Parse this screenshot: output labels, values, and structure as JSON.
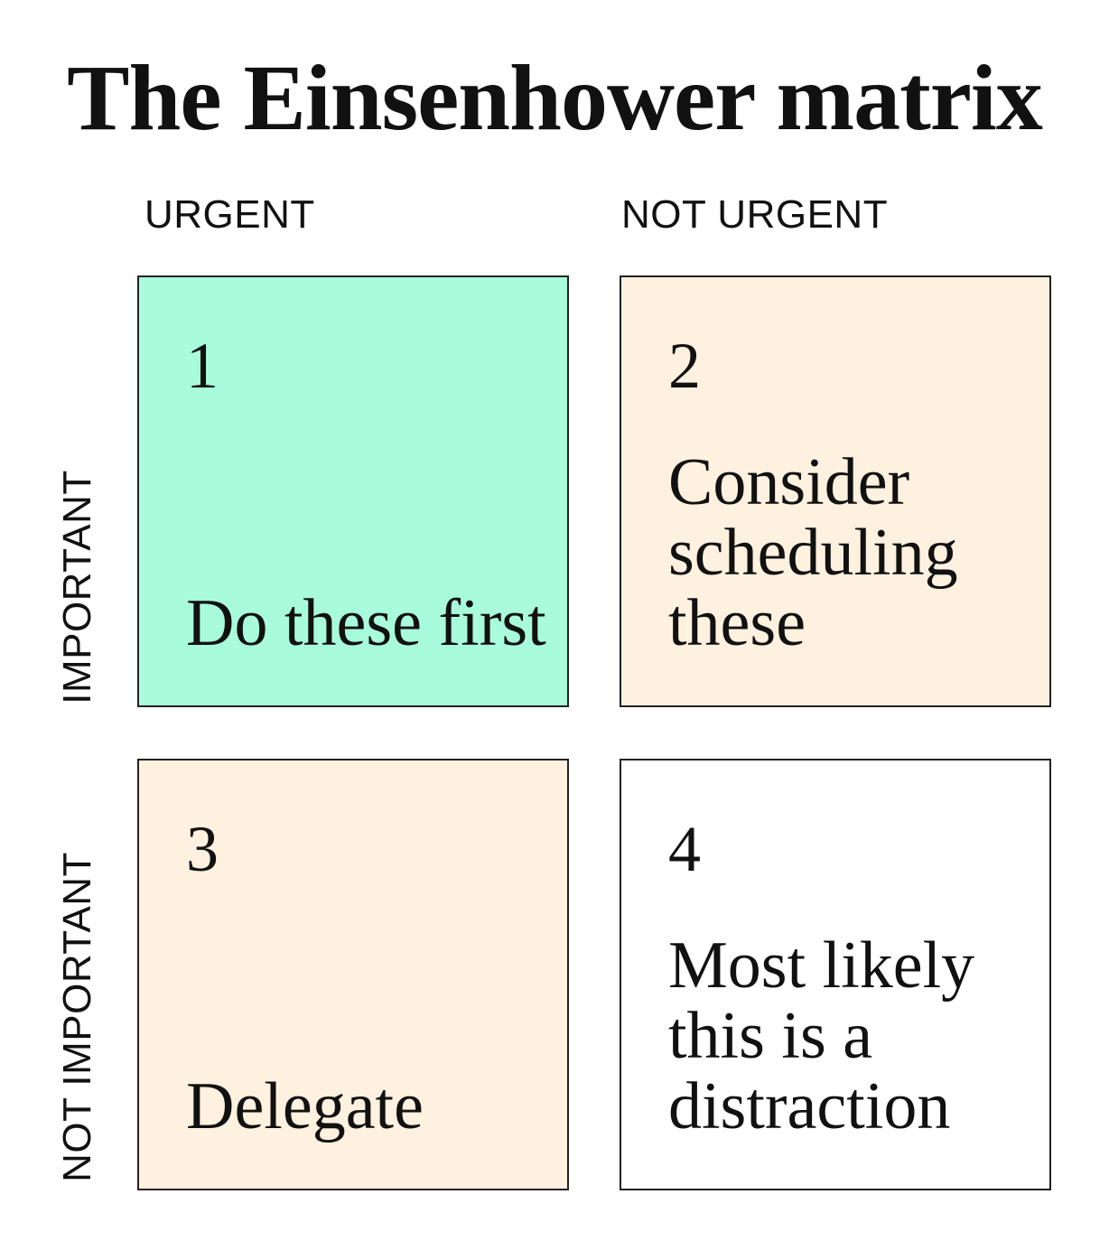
{
  "title": "The Einsenhower matrix",
  "columns": {
    "urgent": "URGENT",
    "not_urgent": "NOT URGENT"
  },
  "rows": {
    "important": "IMPORTANT",
    "not_important": "NOT IMPORTANT"
  },
  "quadrants": [
    {
      "number": "1",
      "text": "Do these first",
      "color": "#a8fcdb"
    },
    {
      "number": "2",
      "text": "Consider scheduling these",
      "color": "#fff1df"
    },
    {
      "number": "3",
      "text": "Delegate",
      "color": "#fff1df"
    },
    {
      "number": "4",
      "text": "Most likely this is a distraction",
      "color": "#ffffff"
    }
  ]
}
